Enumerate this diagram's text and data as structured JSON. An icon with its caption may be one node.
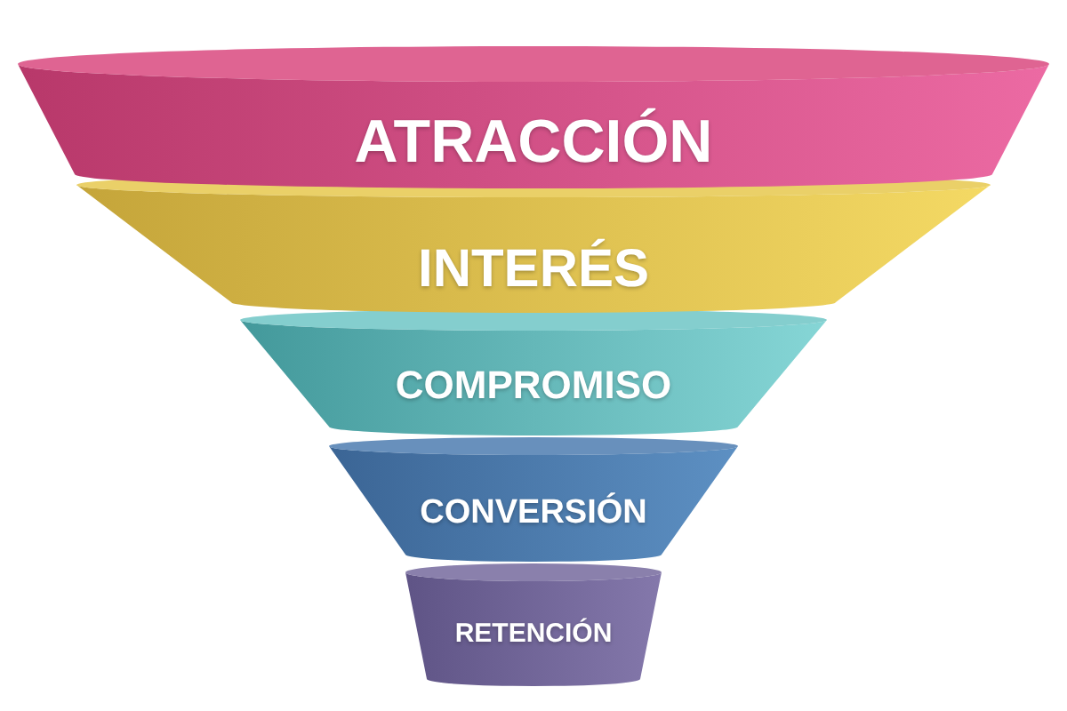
{
  "diagram": {
    "nodes": [
      {
        "text": [
          "ATRACCIÓN"
        ]
      },
      {
        "text": [
          "INTERÉS"
        ]
      },
      {
        "text": [
          "COMPROMISO"
        ]
      },
      {
        "text": [
          "CONVERSIÓN"
        ]
      },
      {
        "text": [
          "RETENCIÓN"
        ]
      }
    ]
  }
}
